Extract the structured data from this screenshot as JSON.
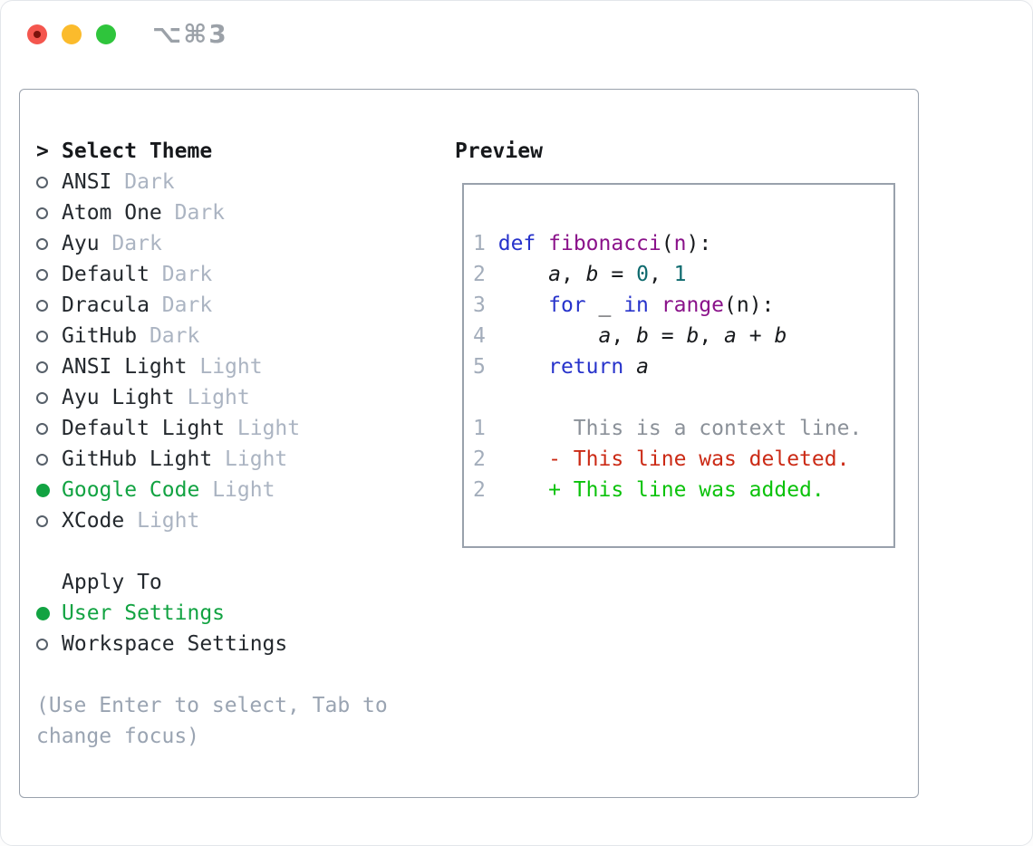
{
  "window": {
    "shortcut": "⌥⌘3"
  },
  "theme_picker": {
    "title_marker": ">",
    "title": "Select Theme",
    "themes": [
      {
        "name": "ANSI",
        "variant": "Dark",
        "selected": false
      },
      {
        "name": "Atom One",
        "variant": "Dark",
        "selected": false
      },
      {
        "name": "Ayu",
        "variant": "Dark",
        "selected": false
      },
      {
        "name": "Default",
        "variant": "Dark",
        "selected": false
      },
      {
        "name": "Dracula",
        "variant": "Dark",
        "selected": false
      },
      {
        "name": "GitHub",
        "variant": "Dark",
        "selected": false
      },
      {
        "name": "ANSI Light",
        "variant": "Light",
        "selected": false
      },
      {
        "name": "Ayu Light",
        "variant": "Light",
        "selected": false
      },
      {
        "name": "Default Light",
        "variant": "Light",
        "selected": false
      },
      {
        "name": "GitHub Light",
        "variant": "Light",
        "selected": false
      },
      {
        "name": "Google Code",
        "variant": "Light",
        "selected": true
      },
      {
        "name": "XCode",
        "variant": "Light",
        "selected": false
      }
    ],
    "apply_to": {
      "title": "Apply To",
      "options": [
        {
          "label": "User Settings",
          "selected": true
        },
        {
          "label": "Workspace Settings",
          "selected": false
        }
      ]
    },
    "hint": "(Use Enter to select, Tab to change focus)"
  },
  "preview": {
    "title": "Preview",
    "code_lines": [
      {
        "num": "1",
        "tokens": [
          {
            "t": "def",
            "s": "kw"
          },
          {
            "t": " "
          },
          {
            "t": "fibonacci",
            "s": "fn"
          },
          {
            "t": "(",
            "s": "plain"
          },
          {
            "t": "n",
            "s": "fn"
          },
          {
            "t": "):",
            "s": "plain"
          }
        ]
      },
      {
        "num": "2",
        "tokens": [
          {
            "t": "    "
          },
          {
            "t": "a",
            "s": "var"
          },
          {
            "t": ", "
          },
          {
            "t": "b",
            "s": "var"
          },
          {
            "t": " = "
          },
          {
            "t": "0",
            "s": "lit"
          },
          {
            "t": ", "
          },
          {
            "t": "1",
            "s": "lit"
          }
        ]
      },
      {
        "num": "3",
        "tokens": [
          {
            "t": "    "
          },
          {
            "t": "for",
            "s": "kw"
          },
          {
            "t": " _ "
          },
          {
            "t": "in",
            "s": "kw"
          },
          {
            "t": " "
          },
          {
            "t": "range",
            "s": "fn"
          },
          {
            "t": "(n):"
          }
        ]
      },
      {
        "num": "4",
        "tokens": [
          {
            "t": "        "
          },
          {
            "t": "a",
            "s": "var"
          },
          {
            "t": ", "
          },
          {
            "t": "b",
            "s": "var"
          },
          {
            "t": " = "
          },
          {
            "t": "b",
            "s": "var"
          },
          {
            "t": ", "
          },
          {
            "t": "a",
            "s": "var"
          },
          {
            "t": " + "
          },
          {
            "t": "b",
            "s": "var"
          }
        ]
      },
      {
        "num": "5",
        "tokens": [
          {
            "t": "    "
          },
          {
            "t": "return",
            "s": "kw"
          },
          {
            "t": " "
          },
          {
            "t": "a",
            "s": "var"
          }
        ]
      }
    ],
    "diff_lines": [
      {
        "num": "1",
        "gap": "       ",
        "mark": "",
        "text": "This is a context line.",
        "type": "context"
      },
      {
        "num": "2",
        "gap": "     ",
        "mark": "- ",
        "text": "This line was deleted.",
        "type": "deleted"
      },
      {
        "num": "2",
        "gap": "     ",
        "mark": "+ ",
        "text": "This line was added.",
        "type": "added"
      }
    ]
  },
  "colors": {
    "accent_green": "#12a342",
    "diff_added": "#0bc20b",
    "diff_deleted": "#cb2a15",
    "diff_context": "#8b9199",
    "line_number": "#a3adbb",
    "keyword": "#2733cb",
    "function_name": "#8a128a",
    "number_literal": "#0e6a6e",
    "text_primary": "#24292e",
    "text_muted": "#abb4c2",
    "hint_text": "#9aa4b2",
    "panel_border": "#99a1ac"
  }
}
